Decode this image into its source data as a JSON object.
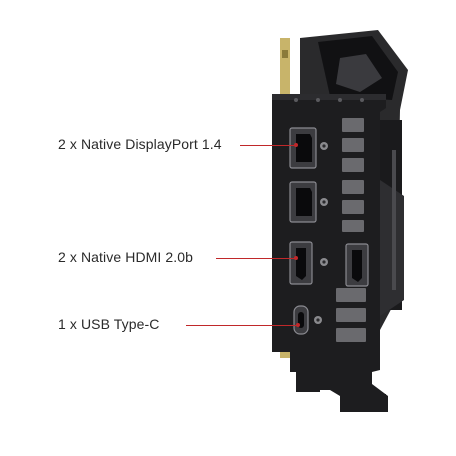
{
  "labels": {
    "displayport": "2 x Native DisplayPort 1.4",
    "hdmi": "2 x Native HDMI 2.0b",
    "usbc": "1 x USB Type-C"
  },
  "colors": {
    "bracket": "#1d1d1f",
    "accent_line": "#c0282a",
    "label_text": "#2a2a2a",
    "pcb_gold": "#c8b46a"
  }
}
